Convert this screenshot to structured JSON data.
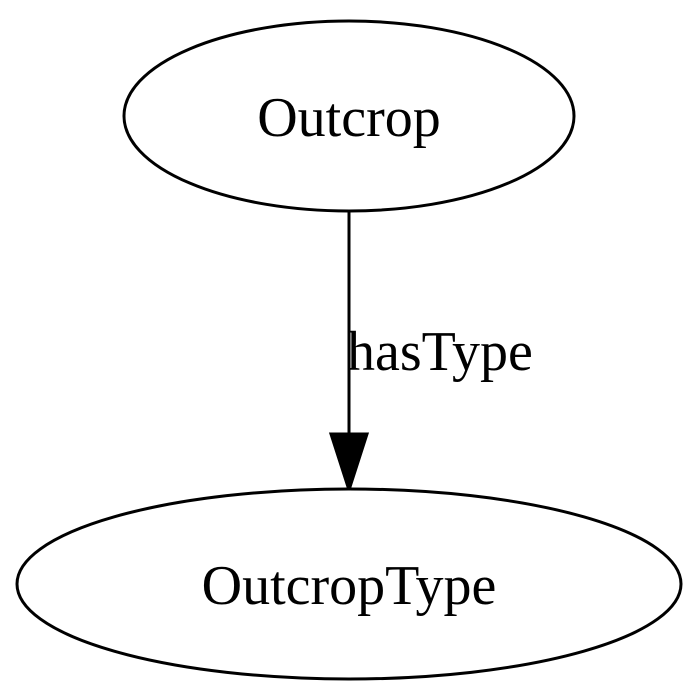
{
  "diagram": {
    "nodes": {
      "source": {
        "label": "Outcrop"
      },
      "target": {
        "label": "OutcropType"
      }
    },
    "edge": {
      "label": "hasType"
    }
  },
  "colors": {
    "stroke": "#000000",
    "background": "#ffffff"
  }
}
